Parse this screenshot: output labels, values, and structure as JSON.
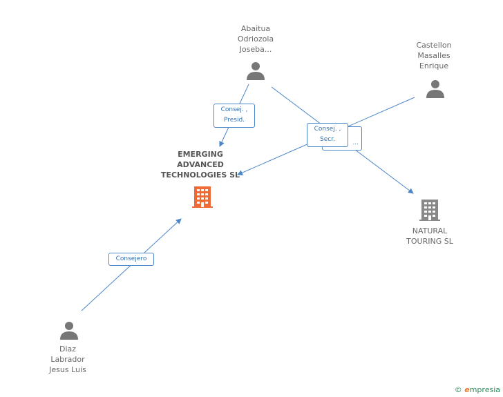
{
  "colors": {
    "edge": "#4a86c8",
    "person": "#777777",
    "company_main": "#f06a35",
    "company_other": "#888888"
  },
  "nodes": {
    "abaitua": {
      "lines": [
        "Abaitua",
        "Odriozola",
        "Joseba..."
      ],
      "icon": "person-icon"
    },
    "castellon": {
      "lines": [
        "Castellon",
        "Masalles",
        "Enrique"
      ],
      "icon": "person-icon"
    },
    "diaz": {
      "lines": [
        "Diaz",
        "Labrador",
        "Jesus Luis"
      ],
      "icon": "person-icon"
    },
    "emerging": {
      "lines": [
        "EMERGING",
        "ADVANCED",
        "TECHNOLOGIES SL"
      ],
      "icon": "building-icon"
    },
    "natural": {
      "lines": [
        "NATURAL",
        "TOURING SL"
      ],
      "icon": "building-icon"
    }
  },
  "edges": {
    "abaitua_emerging": [
      "Consej. ,",
      "Presid."
    ],
    "castellon_emerging": [
      "Consej. ,",
      "Secr."
    ],
    "abaitua_natural": [
      "",
      "..."
    ],
    "diaz_emerging": [
      "Consejero"
    ]
  },
  "footer": {
    "copyright": "©",
    "brand_initial": "e",
    "brand_rest": "mpresia"
  }
}
